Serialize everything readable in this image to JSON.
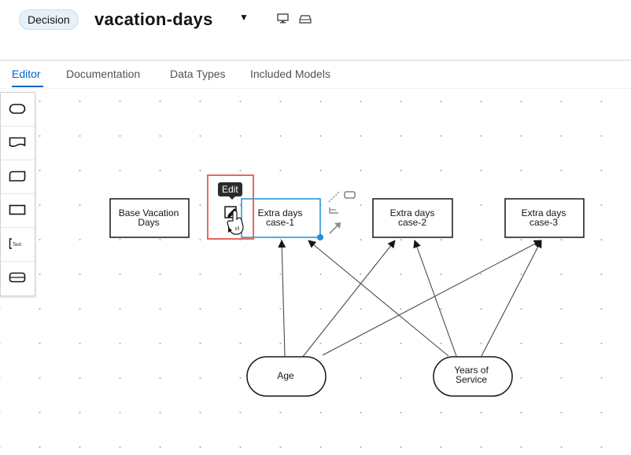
{
  "header": {
    "badge": "Decision",
    "title": "vacation-days",
    "caret_icon": "caret-down-icon",
    "icons": [
      "desktop-icon",
      "drive-icon"
    ]
  },
  "tabs": [
    {
      "label": "Editor",
      "active": true
    },
    {
      "label": "Documentation",
      "active": false
    },
    {
      "label": "Data Types",
      "active": false
    },
    {
      "label": "Included Models",
      "active": false
    }
  ],
  "palette": [
    "start-node-icon",
    "input-data-icon",
    "knowledge-source-icon",
    "decision-node-icon",
    "text-annotation-icon",
    "business-knowledge-icon"
  ],
  "diagram": {
    "nodes": {
      "base_vacation": {
        "line1": "Base Vacation",
        "line2": "Days"
      },
      "case1": {
        "line1": "Extra days",
        "line2": "case-1"
      },
      "case2": {
        "line1": "Extra days",
        "line2": "case-2"
      },
      "case3": {
        "line1": "Extra days",
        "line2": "case-3"
      },
      "age": {
        "label": "Age"
      },
      "years": {
        "line1": "Years of",
        "line2": "Service"
      }
    },
    "tooltip": "Edit",
    "colors": {
      "selected": "#1f8fd8",
      "highlight": "#e8685b"
    }
  }
}
